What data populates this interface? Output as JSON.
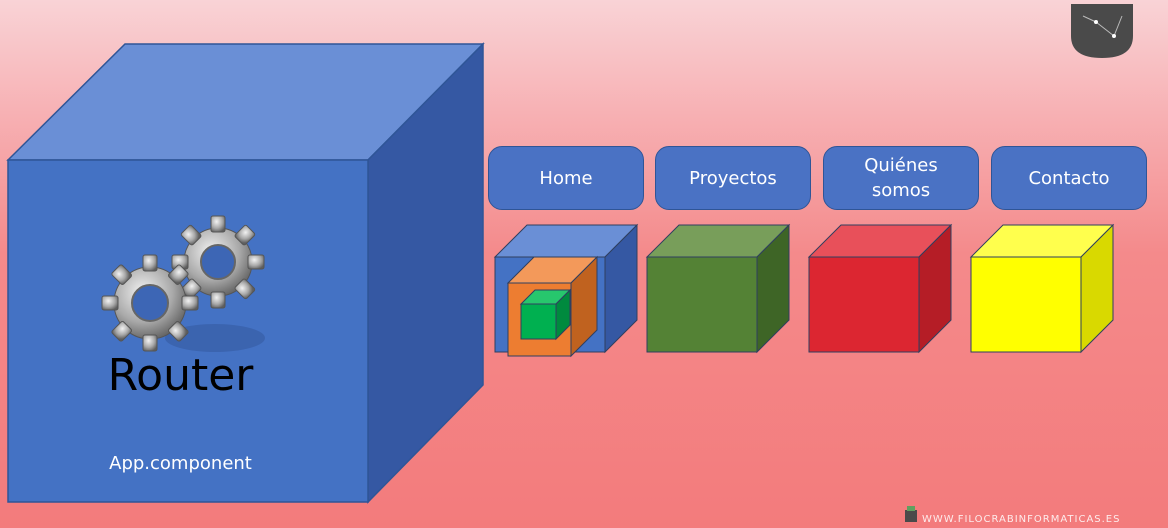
{
  "main_box": {
    "title": "Router",
    "subtitle": "App.component",
    "icon": "gears-icon"
  },
  "nav": [
    {
      "label": "Home",
      "color": "#4a72c4"
    },
    {
      "label": "Proyectos",
      "color": "#4a72c4"
    },
    {
      "label": "Quiénes somos",
      "color": "#4a72c4"
    },
    {
      "label": "Contacto",
      "color": "#4a72c4"
    }
  ],
  "cubes": [
    {
      "name": "home",
      "front": "#4472c4",
      "top": "#6a8fd6",
      "side": "#3558a3",
      "nested": [
        {
          "front": "#ed7d31",
          "top": "#f3995a",
          "side": "#c0621f"
        },
        {
          "front": "#00b050",
          "top": "#27c76d",
          "side": "#008a3e"
        }
      ]
    },
    {
      "name": "proyectos",
      "front": "#548235",
      "top": "#789e5a",
      "side": "#3e6526"
    },
    {
      "name": "quienes-somos",
      "front": "#dc2631",
      "top": "#e8505a",
      "side": "#b51d26"
    },
    {
      "name": "contacto",
      "front": "#ffff00",
      "top": "#ffff4d",
      "side": "#d9d900"
    }
  ],
  "colors": {
    "main_front": "#4472c4",
    "main_top": "#6a8fd6",
    "main_side": "#3558a3"
  },
  "watermark": "WWW.FILOCRABINFORMATICAS.ES",
  "logo": "shield-logo-icon"
}
